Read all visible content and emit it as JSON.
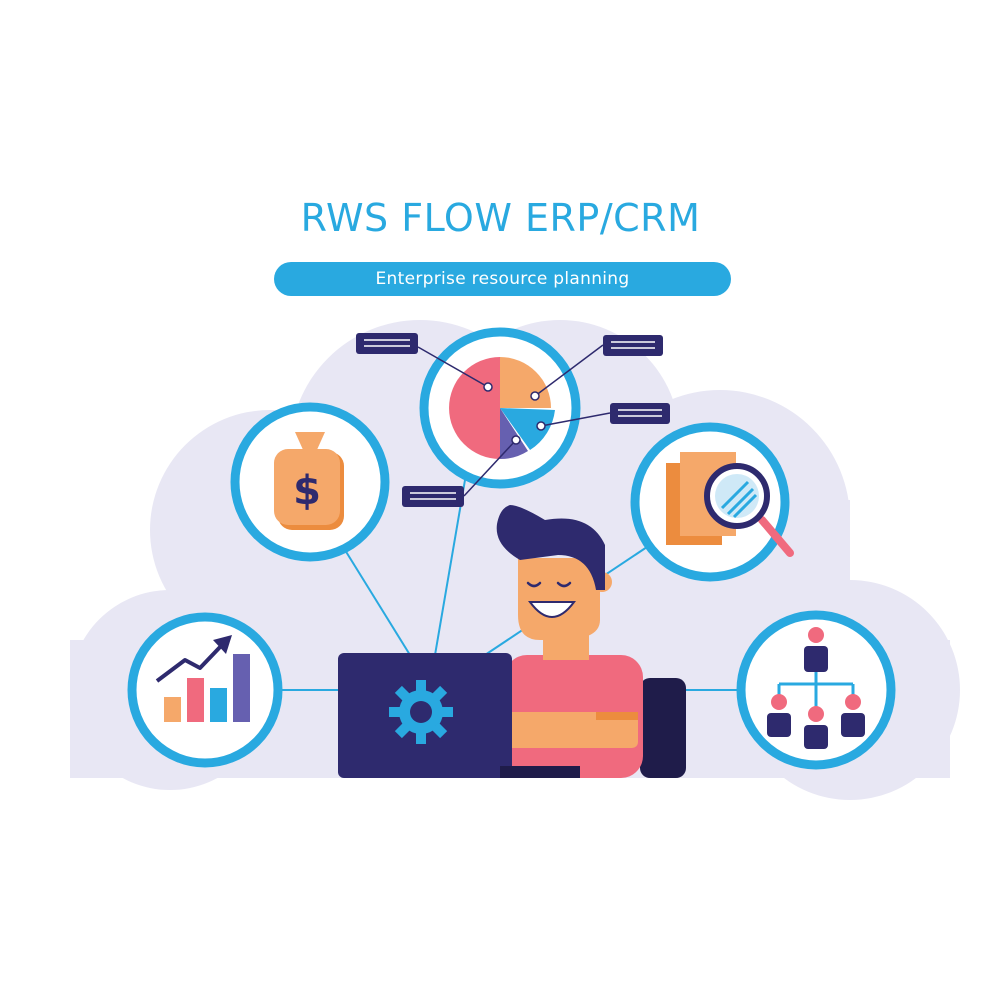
{
  "header": {
    "title": "RWS FLOW ERP/CRM",
    "subtitle": "Enterprise resource planning"
  },
  "icons": {
    "pie": "pie-chart-icon",
    "money": "money-bag-icon",
    "docs": "document-search-icon",
    "growth": "growth-bar-chart-icon",
    "org": "org-chart-icon",
    "laptop": "laptop-gear-icon",
    "person": "person-avatar"
  },
  "colors": {
    "accent": "#29a9e0",
    "navy": "#2e2a6e",
    "pink": "#f06a7e",
    "orange": "#f5a86a",
    "cloud": "#e8e7f4"
  }
}
